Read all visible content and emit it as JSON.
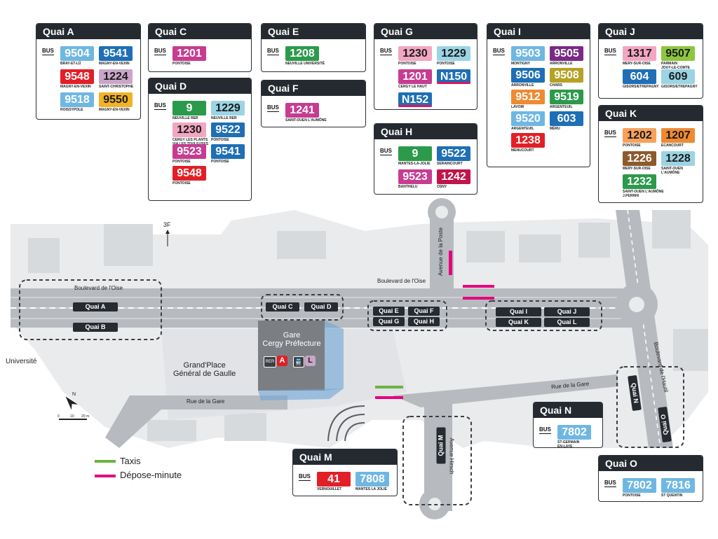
{
  "bus_tag": "BUS",
  "colors": {
    "light_blue": "#6fb7e3",
    "blue": "#1e6fb5",
    "red": "#e21f26",
    "mauve": "#c9a6c9",
    "yellow": "#f0b323",
    "magenta": "#c73c91",
    "green": "#2c9a4b",
    "pale_blue": "#9bd4e4",
    "pink": "#f2a6c2",
    "crimson": "#c0144b",
    "purple": "#7a2a86",
    "olive": "#b5a224",
    "orange": "#ee8a32",
    "brown": "#8d5a2b",
    "cyan": "#66c4d5"
  },
  "quays": [
    {
      "id": "A",
      "title": "Quai A",
      "routes": [
        {
          "num": "9504",
          "dest": "BRAY-ET-LÛ",
          "color": "#6fb7e3"
        },
        {
          "num": "9541",
          "dest": "MAGNY-EN-VEXIN",
          "color": "#1e6fb5"
        },
        {
          "num": "9548",
          "dest": "MAGNY-EN-VEXIN",
          "color": "#e21f26"
        },
        {
          "num": "1224",
          "dest": "SAINT-CHRISTOPHE",
          "color": "#c9a6c9",
          "dark": true
        },
        {
          "num": "9518",
          "dest": "ROISSYPOLE",
          "color": "#6fb7e3"
        },
        {
          "num": "9550",
          "dest": "MAGNY-EN-VEXIN",
          "color": "#f0b323",
          "dark": true
        }
      ]
    },
    {
      "id": "C",
      "title": "Quai C",
      "routes": [
        {
          "num": "1201",
          "dest": "PONTOISE",
          "color": "#c73c91"
        }
      ]
    },
    {
      "id": "D",
      "title": "Quai D",
      "routes": [
        {
          "num": "9",
          "dest": "NEUVILLE RER",
          "color": "#2c9a4b"
        },
        {
          "num": "1229",
          "dest": "NEUVILLE RER",
          "color": "#9bd4e4",
          "dark": true
        },
        {
          "num": "1230",
          "dest": "CERGY LES PLANTS\nVIA LES TOULEUSES",
          "color": "#f2a6c2",
          "dark": true
        },
        {
          "num": "9522",
          "dest": "PONTOISE",
          "color": "#1e6fb5"
        },
        {
          "num": "9523",
          "dest": "PONTOISE",
          "color": "#c73c91"
        },
        {
          "num": "9541",
          "dest": "PONTOISE",
          "color": "#1e6fb5"
        },
        {
          "num": "9548",
          "dest": "PONTOISE",
          "color": "#e21f26"
        }
      ]
    },
    {
      "id": "E",
      "title": "Quai E",
      "routes": [
        {
          "num": "1208",
          "dest": "NEUVILLE UNIVERSITÉ",
          "color": "#2c9a4b"
        }
      ]
    },
    {
      "id": "F",
      "title": "Quai F",
      "routes": [
        {
          "num": "1241",
          "dest": "SAINT-OUEN L'AUMÔNE",
          "color": "#c73c91"
        }
      ]
    },
    {
      "id": "G",
      "title": "Quai G",
      "routes": [
        {
          "num": "1230",
          "dest": "PONTOISE",
          "color": "#f2a6c2",
          "dark": true
        },
        {
          "num": "1229",
          "dest": "PONTOISE",
          "color": "#9bd4e4",
          "dark": true
        },
        {
          "num": "1201",
          "dest": "CERGY LE HAUT",
          "color": "#c73c91"
        },
        {
          "num": "N150",
          "dest": "",
          "color": "#1e6fb5",
          "night": true
        },
        {
          "num": "N152",
          "dest": "",
          "color": "#1e6fb5",
          "night": true
        }
      ]
    },
    {
      "id": "H",
      "title": "Quai H",
      "routes": [
        {
          "num": "9",
          "dest": "MANTES-LA-JOLIE",
          "color": "#2c9a4b"
        },
        {
          "num": "9522",
          "dest": "SERAINCOURT",
          "color": "#1e6fb5"
        },
        {
          "num": "9523",
          "dest": "BANTHELU",
          "color": "#c73c91"
        },
        {
          "num": "1242",
          "dest": "OSNY",
          "color": "#c0144b"
        }
      ]
    },
    {
      "id": "I",
      "title": "Quai I",
      "routes": [
        {
          "num": "9503",
          "dest": "MONTIGNY",
          "color": "#6fb7e3"
        },
        {
          "num": "9505",
          "dest": "ARRONVILLE",
          "color": "#7a2a86"
        },
        {
          "num": "9506",
          "dest": "ARRONVILLE",
          "color": "#1e6fb5"
        },
        {
          "num": "9508",
          "dest": "CHARS",
          "color": "#b5a224"
        },
        {
          "num": "9512",
          "dest": "LAVOIR",
          "color": "#ee8a32"
        },
        {
          "num": "9519",
          "dest": "ARGENTEUIL",
          "color": "#2c9a4b"
        },
        {
          "num": "9520",
          "dest": "ARGENTEUIL",
          "color": "#6fb7e3"
        },
        {
          "num": "603",
          "dest": "MÉRU",
          "color": "#1e6fb5"
        },
        {
          "num": "1238",
          "dest": "MENUCOURT",
          "color": "#e21f26"
        }
      ]
    },
    {
      "id": "J",
      "title": "Quai J",
      "routes": [
        {
          "num": "1317",
          "dest": "MERY-SUR-OISE",
          "color": "#f2a6c2",
          "dark": true
        },
        {
          "num": "9507",
          "dest": "PARMAIN\nJOUY-LE-COMTE",
          "color": "#8dc63f",
          "dark": true
        },
        {
          "num": "604",
          "dest": "GISORS/ETREPAGNY",
          "color": "#1e6fb5"
        },
        {
          "num": "609",
          "dest": "GISORS/ETREPAGNY",
          "color": "#9bd4e4",
          "dark": true
        }
      ]
    },
    {
      "id": "K",
      "title": "Quai K",
      "routes": [
        {
          "num": "1202",
          "dest": "PONTOISE",
          "color": "#f6a25b",
          "dark": true
        },
        {
          "num": "1207",
          "dest": "ECANCOURT",
          "color": "#ee8a32",
          "dark": true
        },
        {
          "num": "1226",
          "dest": "MERY-SUR-OISE",
          "color": "#8d5a2b"
        },
        {
          "num": "1228",
          "dest": "SAINT-OUEN\nL'AUMÔNE",
          "color": "#9bd4e4",
          "dark": true
        },
        {
          "num": "1232",
          "dest": "SAINT-OUEN L'AUMÔNE\nJ.PERRIN",
          "color": "#2c9a4b"
        }
      ]
    },
    {
      "id": "M",
      "title": "Quai M",
      "routes": [
        {
          "num": "41",
          "dest": "VERNOUILLET",
          "color": "#e21f26"
        },
        {
          "num": "7808",
          "dest": "MANTES LA JOLIE",
          "color": "#6fb7e3"
        }
      ]
    },
    {
      "id": "N",
      "title": "Quai N",
      "routes": [
        {
          "num": "7802",
          "dest": "ST-GERMAIN\nEN-LAYE",
          "color": "#6fb7e3"
        }
      ]
    },
    {
      "id": "O",
      "title": "Quai O",
      "routes": [
        {
          "num": "7802",
          "dest": "PONTOISE",
          "color": "#6fb7e3"
        },
        {
          "num": "7816",
          "dest": "ST QUENTIN",
          "color": "#6fb7e3"
        }
      ]
    }
  ],
  "map_labels": {
    "quai_a": "Quai A",
    "quai_b": "Quai B",
    "quai_c": "Quai C",
    "quai_d": "Quai D",
    "quai_e": "Quai E",
    "quai_f": "Quai F",
    "quai_g": "Quai G",
    "quai_h": "Quai H",
    "quai_i": "Quai I",
    "quai_j": "Quai J",
    "quai_k": "Quai K",
    "quai_l": "Quai L",
    "quai_m": "Quai M",
    "quai_n": "Quai N",
    "quai_o": "Quai O"
  },
  "streets": {
    "bd_oise_left": "Boulevard de l'Oise",
    "bd_oise_right": "Boulevard de l'Oise",
    "av_poste": "Avenue de la Poste",
    "rue_gare_left": "Rue de la Gare",
    "rue_gare_right": "Rue de la Gare",
    "av_hirsch": "Avenue  Hirsch",
    "bd_hautil": "Boulevard  de l'Hautil",
    "universite": "Université",
    "grand_place": "Grand'Place\nGénéral de Gaulle",
    "gare": "Gare\nCergy Préfecture",
    "three_f": "3F",
    "rer": "RER",
    "rer_line": "A",
    "train_line": "L",
    "north": "N",
    "scale": [
      "0",
      "10",
      "20 m"
    ]
  },
  "legend": [
    {
      "label": "Taxis",
      "color": "#6cb33f"
    },
    {
      "label": "Dépose-minute",
      "color": "#e5007e"
    }
  ]
}
